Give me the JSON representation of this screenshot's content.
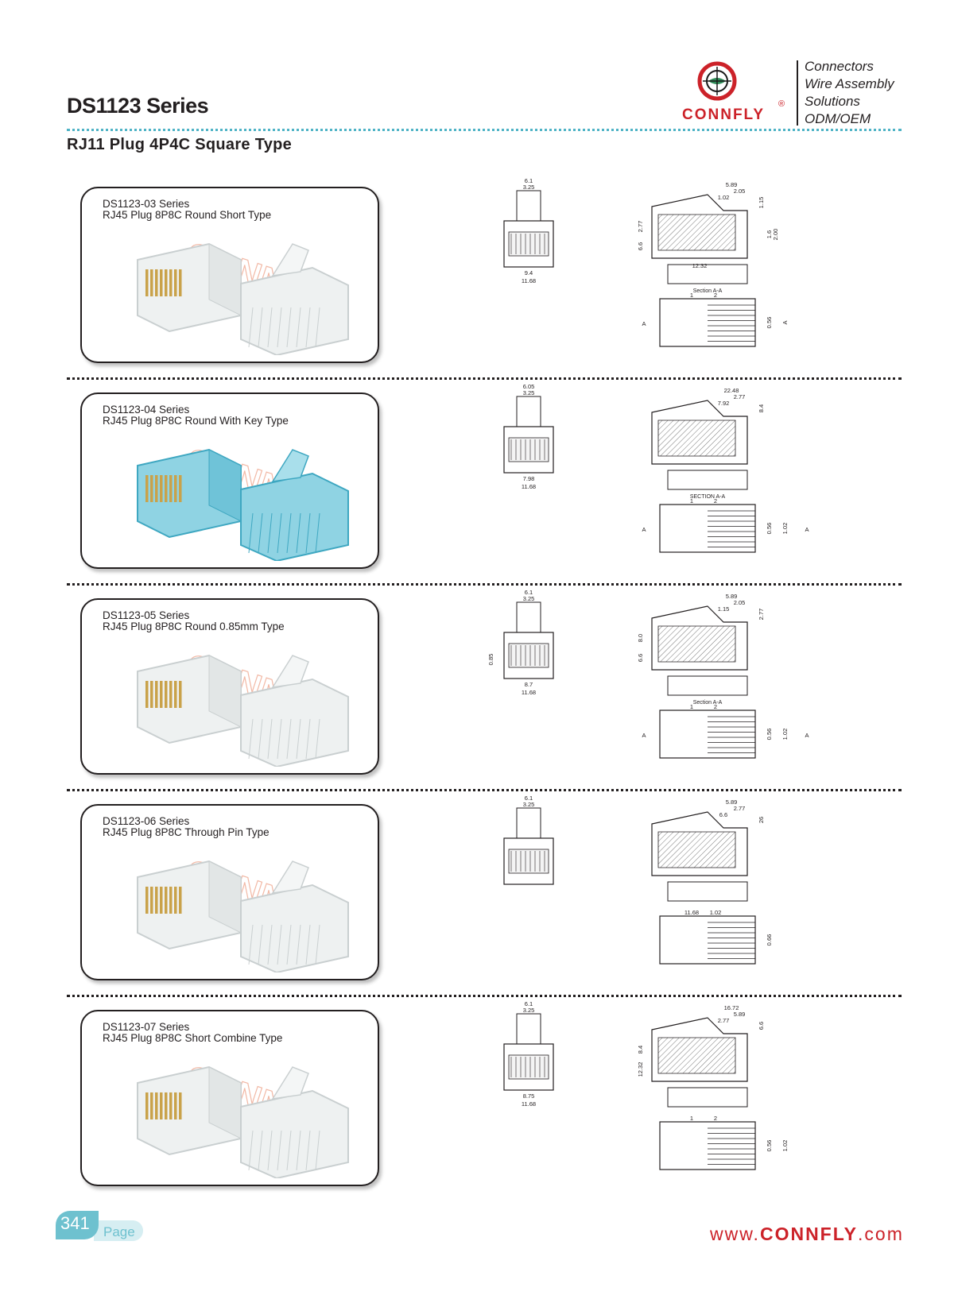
{
  "header": {
    "series_title": "DS1123 Series",
    "subtitle": "RJ11 Plug 4P4C Square Type",
    "brand": {
      "logo_text": "CONNFLY",
      "registered_mark": "®",
      "color": "#cc2229"
    },
    "tagline": [
      "Connectors",
      "Wire Assembly",
      "Solutions",
      "ODM/OEM"
    ],
    "accent_color": "#4fb3c6"
  },
  "products": [
    {
      "series": "DS1123-03 Series",
      "description": "RJ45 Plug 8P8C Round Short Type",
      "image_watermark": "CONNFLY",
      "front_dims": [
        "6.1",
        "3.25",
        "9.4",
        "11.68"
      ],
      "side_dims": [
        "5.89",
        "2.05",
        "1.02",
        "1.15",
        "2.77",
        "6.6",
        "1.6",
        "2.00",
        "12.32"
      ],
      "section_label": "Section A-A",
      "callouts": [
        "1",
        "2",
        "0.56",
        "A",
        "A"
      ]
    },
    {
      "series": "DS1123-04 Series",
      "description": "RJ45 Plug 8P8C Round With Key Type",
      "image_watermark": "CONNFLY",
      "front_dims": [
        "6.05",
        "3.25",
        "7.98",
        "11.68"
      ],
      "side_dims": [
        "22.48",
        "2.77",
        "7.92",
        "8.4"
      ],
      "section_label": "SECTION A-A",
      "callouts": [
        "1",
        "2",
        "0.56",
        "1.02",
        "A",
        "A"
      ]
    },
    {
      "series": "DS1123-05 Series",
      "description": "RJ45 Plug 8P8C Round 0.85mm Type",
      "image_watermark": "CONNFLY",
      "front_dims": [
        "6.1",
        "3.25",
        "0.85",
        "8.7",
        "11.68"
      ],
      "side_dims": [
        "5.89",
        "2.05",
        "1.15",
        "2.77",
        "8.0",
        "6.6"
      ],
      "section_label": "Section A-A",
      "callouts": [
        "1",
        "2",
        "0.56",
        "1.02",
        "A",
        "A"
      ]
    },
    {
      "series": "DS1123-06 Series",
      "description": "RJ45 Plug 8P8C Through Pin Type",
      "image_watermark": "CONNFLY",
      "front_dims": [
        "6.1",
        "3.25"
      ],
      "side_dims": [
        "5.89",
        "2.77",
        "6.6",
        "26"
      ],
      "section_label": "",
      "callouts": [
        "11.68",
        "1.02",
        "0.66"
      ]
    },
    {
      "series": "DS1123-07 Series",
      "description": "RJ45 Plug 8P8C Short Combine Type",
      "image_watermark": "CONNFLY",
      "front_dims": [
        "6.1",
        "3.25",
        "8.75",
        "11.68"
      ],
      "side_dims": [
        "16.72",
        "5.89",
        "2.77",
        "6.6",
        "8.4",
        "12.32"
      ],
      "section_label": "",
      "callouts": [
        "1",
        "2",
        "0.56",
        "1.02"
      ]
    }
  ],
  "footer": {
    "page_number": "341",
    "page_word": "Page",
    "website_prefix": "www.",
    "website_brand": "CONNFLY",
    "website_suffix": ".com"
  }
}
